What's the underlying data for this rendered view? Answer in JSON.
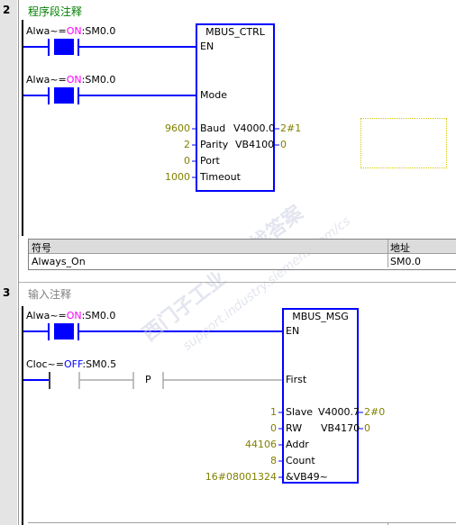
{
  "networks": [
    {
      "number": "2",
      "title": "程序段注释",
      "contacts": [
        {
          "name_prefix": "Alwa~",
          "eq": "=",
          "state": "ON",
          "addr": ":SM0.0"
        },
        {
          "name_prefix": "Alwa~",
          "eq": "=",
          "state": "ON",
          "addr": ":SM0.0"
        }
      ],
      "block": {
        "title": "MBUS_CTRL",
        "in_pins": [
          "EN",
          "Mode",
          "Baud",
          "Parity",
          "Port",
          "Timeout"
        ],
        "in_values": [
          "",
          "",
          "9600",
          "2",
          "0",
          "1000"
        ],
        "out_pins": [
          "V4000.0",
          "VB4100"
        ],
        "out_values": [
          "2#1",
          "0"
        ]
      },
      "symbol_table": {
        "headers": [
          "符号",
          "地址"
        ],
        "rows": [
          [
            "Always_On",
            "SM0.0"
          ]
        ]
      }
    },
    {
      "number": "3",
      "title": "输入注释",
      "contacts": [
        {
          "name_prefix": "Alwa~",
          "eq": "=",
          "state": "ON",
          "addr": ":SM0.0"
        },
        {
          "name_prefix": "Cloc~",
          "eq": "=",
          "state": "OFF",
          "addr": ":SM0.5"
        }
      ],
      "p_label": "P",
      "block": {
        "title": "MBUS_MSG",
        "in_pins": [
          "EN",
          "First",
          "Slave",
          "RW",
          "Addr",
          "Count",
          "&VB49~"
        ],
        "in_values": [
          "",
          "",
          "1",
          "0",
          "44106",
          "8",
          "16#08001324"
        ],
        "out_pins": [
          "V4000.7",
          "VB4170"
        ],
        "out_values": [
          "2#0",
          "0"
        ]
      }
    }
  ],
  "watermark": {
    "text1": "西门子工业",
    "text2": "support.industry.siemens.com/cs",
    "text3": "找答案"
  },
  "colors": {
    "wire": "#0000ff",
    "on": "#ff00ff",
    "off": "#0000ff",
    "value": "#808000",
    "title1": "#008000",
    "title2": "#808080"
  }
}
